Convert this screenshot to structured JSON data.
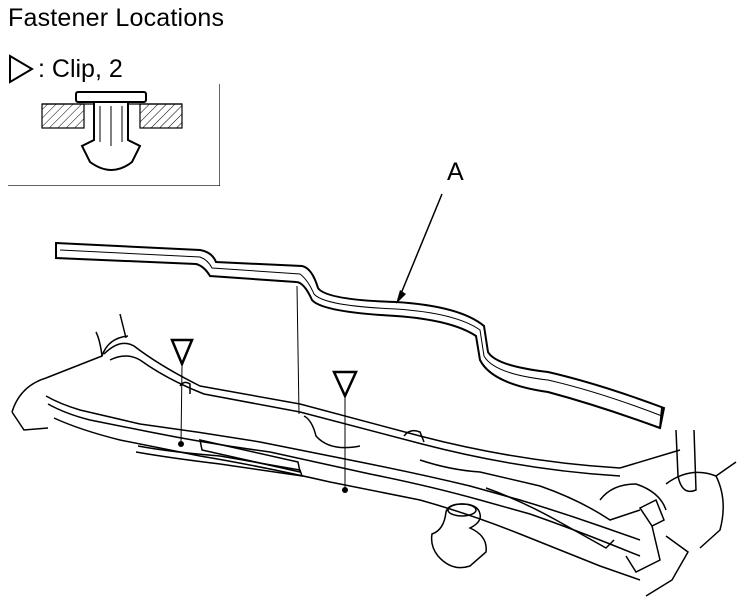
{
  "title": "Fastener Locations",
  "legend": {
    "text": ": Clip, 2",
    "symbol": "triangle-clip-icon"
  },
  "callouts": {
    "a": "A"
  }
}
